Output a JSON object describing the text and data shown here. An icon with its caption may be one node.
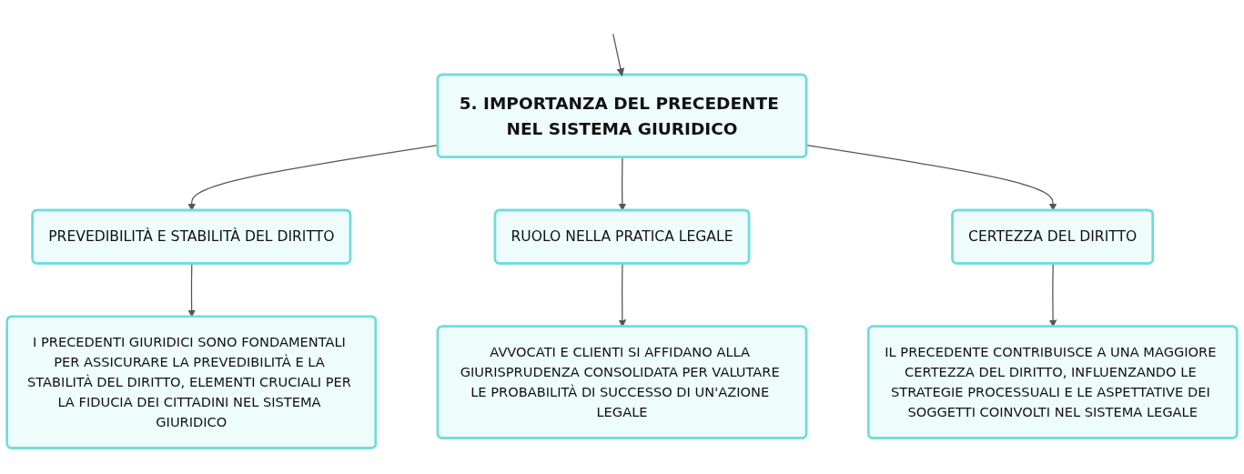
{
  "diagram": {
    "nodes": [
      {
        "text": [
          "5. IMPORTANZA DEL PRECEDENTE NEL SISTEMA GIURIDICO"
        ]
      },
      {
        "text": [
          "PREVEDIBILITÀ E STABILITÀ DEL DIRITTO"
        ]
      },
      {
        "text": [
          "RUOLO NELLA PRATICA LEGALE"
        ]
      },
      {
        "text": [
          "CERTEZZA DEL DIRITTO"
        ]
      },
      {
        "text": [
          "I PRECEDENTI GIURIDICI SONO FONDAMENTALI PER ASSICURARE LA PREVEDIBILITÀ E LA STABILITÀ DEL DIRITTO, ELEMENTI CRUCIALI PER LA FIDUCIA DEI CITTADINI NEL SISTEMA GIURIDICO"
        ]
      },
      {
        "text": [
          "AVVOCATI E CLIENTI SI AFFIDANO ALLA GIURISPRUDENZA CONSOLIDATA PER VALUTARE LE PROBABILITÀ DI SUCCESSO DI UN'AZIONE LEGALE"
        ]
      },
      {
        "text": [
          "IL PRECEDENTE CONTRIBUISCE A UNA MAGGIORE CERTEZZA DEL DIRITTO, INFLUENZANDO LE STRATEGIE PROCESSUALI E LE ASPETTATIVE DEI SOGGETTI COINVOLTI NEL SISTEMA LEGALE"
        ]
      }
    ],
    "edges": [
      {
        "from": null,
        "to": 0,
        "arrow": "to"
      },
      {
        "from": 0,
        "to": 1,
        "arrow": "to"
      },
      {
        "from": 0,
        "to": 2,
        "arrow": "to"
      },
      {
        "from": 0,
        "to": 3,
        "arrow": "to"
      },
      {
        "from": 1,
        "to": 4,
        "arrow": "to"
      },
      {
        "from": 2,
        "to": 5,
        "arrow": "to"
      },
      {
        "from": 3,
        "to": 6,
        "arrow": "to"
      }
    ]
  }
}
